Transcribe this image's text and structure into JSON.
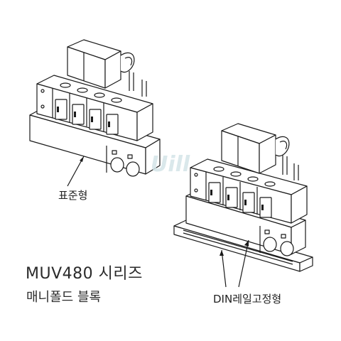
{
  "title": "MUV480 시리즈",
  "subtitle": "매니폴드 블록",
  "labels": {
    "standard": "표준형",
    "din_rail": "DIN레일고정형"
  },
  "watermark": "Uill",
  "colors": {
    "line": "#1a1a1a",
    "fill": "#ffffff",
    "watermark": "#d4e4e8"
  }
}
